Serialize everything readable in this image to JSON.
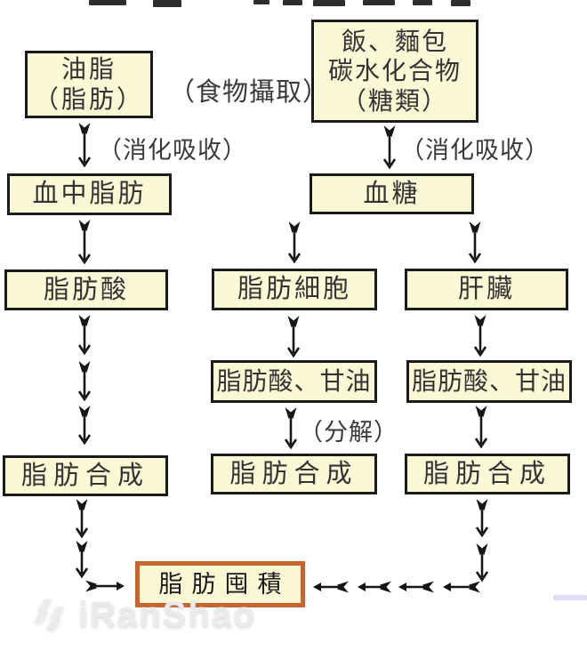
{
  "diagram": {
    "boxes": {
      "oil": {
        "lines": [
          "油脂",
          "（脂肪）"
        ]
      },
      "carb": {
        "lines": [
          "飯、麵包",
          "碳水化合物",
          "（糖類）"
        ]
      },
      "blood_fat": {
        "label": "血中脂肪"
      },
      "blood_sugar": {
        "label": "血糖"
      },
      "fatty_acid": {
        "label": "脂肪酸"
      },
      "fat_cell": {
        "label": "脂肪細胞"
      },
      "liver": {
        "label": "肝臟"
      },
      "fa_glycerol_mid": {
        "label": "脂肪酸、甘油"
      },
      "fa_glycerol_right": {
        "label": "脂肪酸、甘油"
      },
      "fat_synth_left": {
        "label": "脂肪合成"
      },
      "fat_synth_mid": {
        "label": "脂肪合成"
      },
      "fat_synth_right": {
        "label": "脂肪合成"
      },
      "fat_accum": {
        "label": "脂肪囤積"
      }
    },
    "annotations": {
      "food_intake": "（食物攝取）",
      "digestion_left": "（消化吸收）",
      "digestion_right": "（消化吸收）",
      "breakdown": "（分解）"
    },
    "colors": {
      "box_fill": "#fbf8d6",
      "box_border": "#1b1b1b",
      "accent_border": "#c7632e",
      "arrow": "#161616",
      "text": "#333333"
    },
    "watermark": {
      "text": "iRanShao"
    }
  }
}
